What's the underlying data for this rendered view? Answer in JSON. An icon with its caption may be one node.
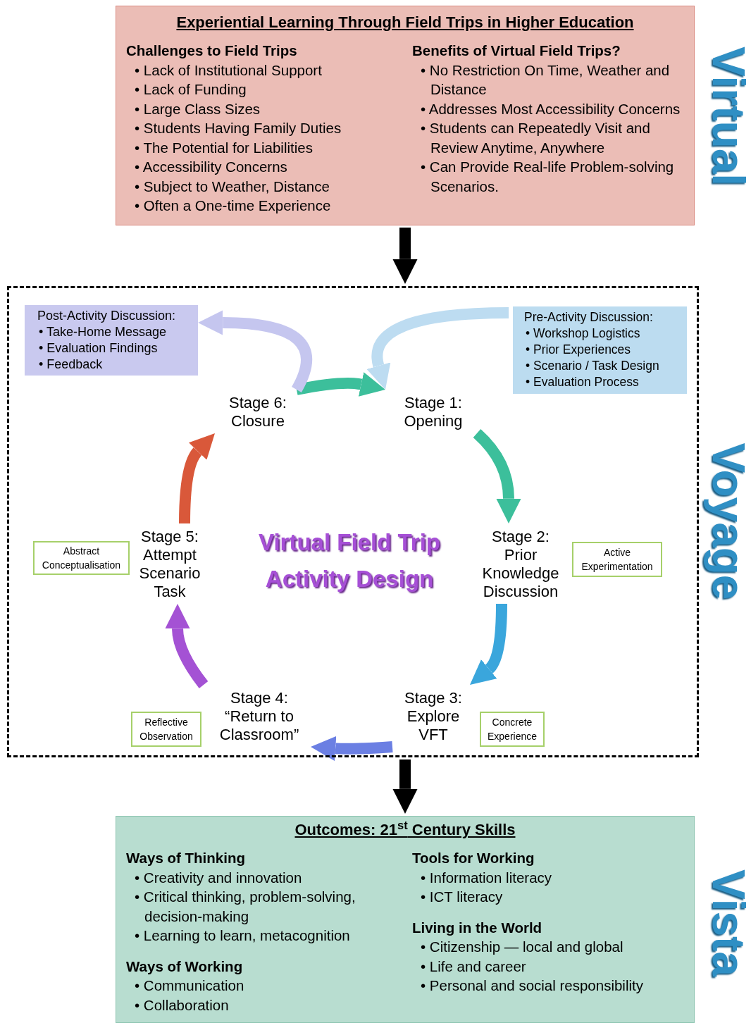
{
  "diagram": {
    "nodes": [
      {
        "text": [
          "Experiential Learning Through Field Trips in Higher Education",
          "Challenges to Field Trips",
          "• Lack of Institutional Support",
          "• Lack of Funding",
          "• Large Class Sizes",
          "• Students Having Family Duties",
          "• The Potential for Liabilities",
          "• Accessibility Concerns",
          "• Subject to Weather, Distance",
          "• Often a One-time Experience",
          "Benefits of Virtual Field Trips?",
          "• No Restriction On Time, Weather and Distance",
          "• Addresses Most Accessibility Concerns",
          "• Students can Repeatedly Visit and Review Anytime, Anywhere",
          "• Can Provide Real-life Problem-solving Scenarios."
        ],
        "beside": [
          "Virtual"
        ]
      },
      {
        "text": [],
        "shape": "box",
        "beside": [
          "Voyage"
        ]
      },
      {
        "text": [
          "Post-Activity Discussion:",
          "• Take-Home Message",
          "• Evaluation Findings",
          "• Feedback"
        ],
        "in": 1
      },
      {
        "text": [
          "Pre-Activity Discussion:",
          "• Workshop Logistics",
          "• Prior Experiences",
          "• Scenario / Task Design",
          "• Evaluation Process"
        ],
        "in": 1
      },
      {
        "text": [
          "Stage 6: Closure"
        ],
        "in": 1
      },
      {
        "text": [
          "Stage 1: Opening"
        ],
        "in": 1
      },
      {
        "text": [
          "Abstract Conceptualisation"
        ],
        "in": 1
      },
      {
        "text": [
          "Stage 5: Attempt Scenario Task"
        ],
        "in": 1
      },
      {
        "text": [
          "Stage 2: Prior Knowledge Discussion"
        ],
        "in": 1
      },
      {
        "text": [
          "Active Experimentation"
        ],
        "in": 1
      },
      {
        "text": [
          "Reflective Observation"
        ],
        "in": 1
      },
      {
        "text": [
          "Stage 4: “Return to Classroom”"
        ],
        "in": 1
      },
      {
        "text": [
          "Stage 3: Explore VFT"
        ],
        "in": 1
      },
      {
        "text": [
          "Concrete Experience"
        ],
        "in": 1
      },
      {
        "text": [
          "Outcomes: 21$^{st}$ Century Skills",
          "Ways of Thinking",
          "• Creativity and innovation",
          "• Critical thinking, problem-solving, decision-making",
          "• Learning to learn, metacognition",
          "Ways of Working",
          "• Communication",
          "• Collaboration",
          "Tools for Working",
          "• Information literacy",
          "• ICT literacy",
          "Living in the World",
          "• Citizenship — local and global",
          "• Life and career",
          "• Personal and social responsibility"
        ],
        "beside": [
          "Vista"
        ]
      }
    ],
    "edges": [
      {
        "from": 0,
        "to": 1,
        "arrow": "to",
        "color": "#000000"
      },
      {
        "from": 1,
        "to": 14,
        "arrow": "to",
        "color": "#000000"
      },
      {
        "from": 4,
        "to": 5,
        "arrow": "to",
        "color": "#3cbf9b"
      },
      {
        "from": 5,
        "to": 8,
        "arrow": "to",
        "color": "#3cbf9b"
      },
      {
        "from": 8,
        "to": 12,
        "arrow": "to",
        "color": "#3aa6dc"
      },
      {
        "from": 12,
        "to": 11,
        "arrow": "to",
        "color": "#6b7fe3"
      },
      {
        "from": 11,
        "to": 7,
        "arrow": "to",
        "color": "#a452d4"
      },
      {
        "from": 7,
        "to": 4,
        "arrow": "to",
        "color": "#d9583a"
      },
      {
        "from": 4,
        "to": 2,
        "arrow": "to",
        "color": "#c5c6ef"
      },
      {
        "from": 3,
        "to": 5,
        "arrow": "to",
        "color": "#bddcf1"
      }
    ],
    "labels": [
      "Virtual Field Trip Activity Design"
    ]
  }
}
